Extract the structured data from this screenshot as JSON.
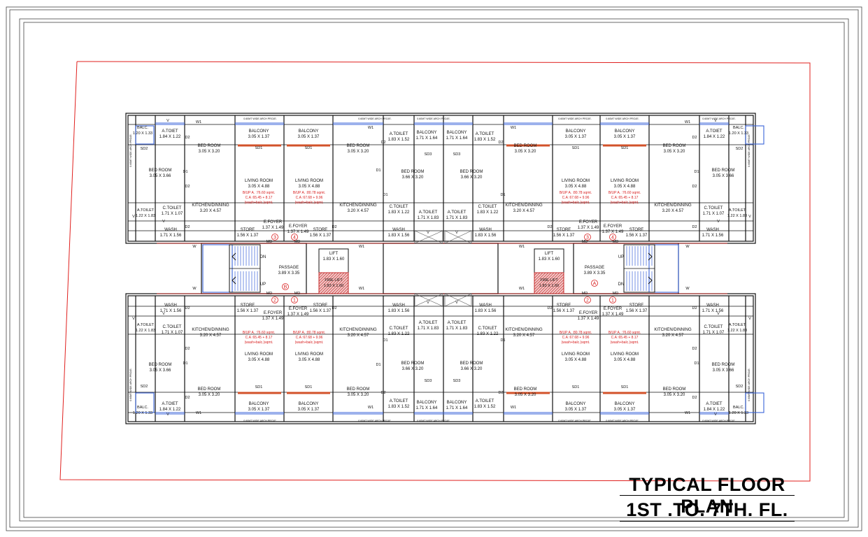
{
  "title": {
    "line1": "TYPICAL FLOOR PLAN",
    "line2": "1ST .TO. 7TH. FL."
  },
  "colors": {
    "wall": "#111111",
    "site_line": "#e0201e",
    "window": "#3a63d8",
    "door_sill": "#d2522a",
    "area_text": "#d82020",
    "fire_lift": "#c42a2a"
  },
  "stairs": [
    {
      "up": "UP",
      "dn": "DN"
    },
    {
      "up": "UP",
      "dn": "DN"
    }
  ],
  "core": {
    "passage": "PASSAGE",
    "passage_size": "3.89 X 3.35",
    "lift": "LIFT",
    "lift_size": "1.83 X 1.60",
    "fire_lift": "FIRE LIFT",
    "fire_lift_size": "1.83 X 1.60",
    "wing_left": "B",
    "wing_right": "A"
  },
  "proj_label": "0.60MT WIDE ARCH PROJE.",
  "labels": {
    "balcony": "BALCONY",
    "balcony_size": "3.05 X 1.37",
    "balc": "BALC.",
    "balc_size": "1.20 X 1.33",
    "atoilet": "A.TOIET",
    "atoilet_size": "1.84 X 1.22",
    "atoilet_v": "A.TOILET",
    "atoilet_v_size": "1.22 X 1.83",
    "bed": "BED ROOM",
    "bed_size": "3.05 X 3.20",
    "bed_side_size": "3.05 X 3.66",
    "living": "LIVING ROOM",
    "living_size": "3.05 X 4.88",
    "kitchen": "KITCHEN/DINNING",
    "kitchen_size": "3.20 X 4.57",
    "ctoilet": "C.TOILET",
    "ctoilet_size": "1.71 X 1.07",
    "wash": "WASH",
    "wash_size": "1.71 X 1.56",
    "store": "STORE",
    "store_size": "1.56 X 1.37",
    "foyer": "E.FOYER",
    "foyer_size": "1.37 X 1.49",
    "area_a": "B/UP A. :76.60 sqmt.",
    "area_b": "C.A :65.45 + 8.17",
    "area_c": "(wash+balc.)sqmt.",
    "area_a2": "B/UP A. :80.78 sqmt.",
    "area_b2": "C.A :67.68 + 9.96",
    "in_toilet": "A.TOILET",
    "in_toilet_size": "1.83 X 1.52",
    "in_balcony": "BALCONY",
    "in_balcony_size": "1.71 X 1.64",
    "in_bed": "BED ROOM",
    "in_bed_size": "3.66 X 3.20",
    "in_ct": "C.TOILET",
    "in_ct_size": "1.83 X 1.22",
    "in_at": "A.TOILET",
    "in_at_size": "1.71 X 1.83",
    "in_wash": "WASH",
    "in_wash_size": "1.83 X 1.56",
    "sd1": "SD1",
    "sd2": "SD2",
    "sd3": "SD3",
    "d1": "D1",
    "d2": "D2",
    "w": "W",
    "w1": "W1",
    "v": "V",
    "md": "MD"
  },
  "flat_numbers": {
    "top": [
      "3",
      "4",
      "3",
      "4"
    ],
    "bottom": [
      "2",
      "1",
      "2",
      "1"
    ]
  }
}
